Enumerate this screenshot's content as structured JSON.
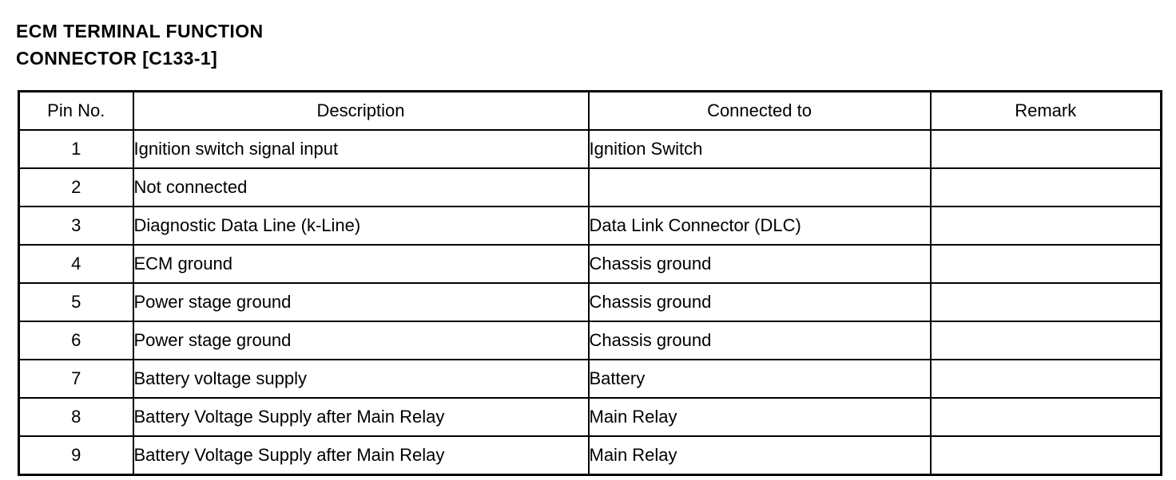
{
  "document": {
    "title_lines": [
      "ECM TERMINAL FUNCTION",
      "CONNECTOR [C133-1]"
    ],
    "title_line_1": "ECM TERMINAL FUNCTION",
    "title_line_2": "CONNECTOR [C133-1]"
  },
  "table": {
    "headers": {
      "pin": "Pin No.",
      "description": "Description",
      "connected_to": "Connected to",
      "remark": "Remark"
    },
    "rows": [
      {
        "pin": "1",
        "description": "Ignition switch signal input",
        "connected_to": "Ignition Switch",
        "remark": ""
      },
      {
        "pin": "2",
        "description": "Not connected",
        "connected_to": "",
        "remark": ""
      },
      {
        "pin": "3",
        "description": "Diagnostic Data Line (k-Line)",
        "connected_to": "Data Link Connector (DLC)",
        "remark": ""
      },
      {
        "pin": "4",
        "description": "ECM ground",
        "connected_to": "Chassis ground",
        "remark": ""
      },
      {
        "pin": "5",
        "description": "Power stage ground",
        "connected_to": "Chassis ground",
        "remark": ""
      },
      {
        "pin": "6",
        "description": "Power stage ground",
        "connected_to": "Chassis ground",
        "remark": ""
      },
      {
        "pin": "7",
        "description": "Battery voltage supply",
        "connected_to": "Battery",
        "remark": ""
      },
      {
        "pin": "8",
        "description": "Battery Voltage Supply after Main Relay",
        "connected_to": "Main Relay",
        "remark": ""
      },
      {
        "pin": "9",
        "description": "Battery Voltage Supply after Main Relay",
        "connected_to": "Main Relay",
        "remark": ""
      }
    ]
  },
  "colors": {
    "ink": "#000000",
    "paper": "#ffffff"
  }
}
